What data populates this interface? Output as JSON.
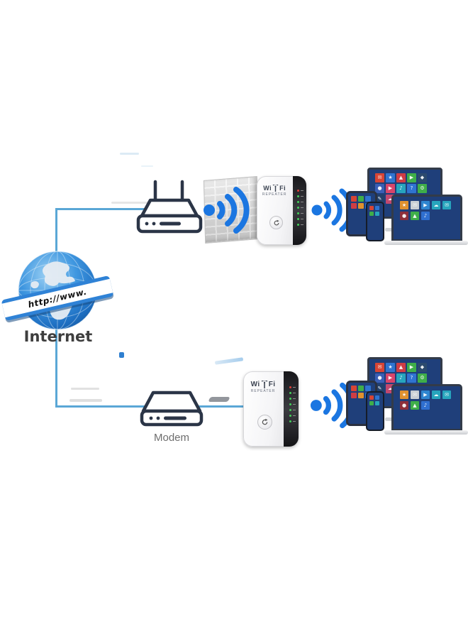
{
  "diagram": {
    "title_visible": false,
    "internet": {
      "label": "Internet",
      "banner": "http://www."
    },
    "modem": {
      "label": "Modem"
    },
    "repeater": {
      "brand_left": "Wi",
      "brand_right": "Fi",
      "sublabel": "REPEATER"
    },
    "colors": {
      "connector_line": "#5aa7d6",
      "wifi_blue": "#1b76e1",
      "device_outline": "#2b3547",
      "screen_blue": "#1f3f7a",
      "wall_gray": "#d8d8d8",
      "globe_blue": "#2f82d6"
    },
    "leds": [
      "#e04038",
      "#43d05a",
      "#43d05a",
      "#43d05a",
      "#43d05a",
      "#43d05a",
      "#43d05a"
    ],
    "monitor_tiles": [
      {
        "c": "#d64535",
        "g": "✉"
      },
      {
        "c": "#2f74d0",
        "g": "★"
      },
      {
        "c": "#cf3d44",
        "g": "▲"
      },
      {
        "c": "#3fae49",
        "g": "▶"
      },
      {
        "c": "#2c4a6e",
        "g": "◆"
      },
      {
        "c": "#3a5fb5",
        "g": "●"
      },
      {
        "c": "#d8456a",
        "g": "▶"
      },
      {
        "c": "#27a5bd",
        "g": "♪"
      },
      {
        "c": "#2f74d0",
        "g": "?"
      },
      {
        "c": "#3fae49",
        "g": "⚙"
      },
      {
        "c": "#22406b",
        "g": "✎"
      },
      {
        "c": "#c2486e",
        "g": "☁"
      }
    ],
    "laptop_tiles": [
      {
        "c": "#e0912e",
        "g": "★"
      },
      {
        "c": "#c9ced4",
        "g": "✉"
      },
      {
        "c": "#2f86d0",
        "g": "▶"
      },
      {
        "c": "#27a5bd",
        "g": "☁"
      },
      {
        "c": "#27a5bd",
        "g": "✉"
      },
      {
        "c": "#8f2f3a",
        "g": "●"
      },
      {
        "c": "#3fae49",
        "g": "▲"
      },
      {
        "c": "#2f6fd0",
        "g": "♪"
      }
    ],
    "tablet_tiles": [
      {
        "c": "#d64535",
        "g": ""
      },
      {
        "c": "#3fae49",
        "g": ""
      },
      {
        "c": "#2f74d0",
        "g": ""
      },
      {
        "c": "#cf3d44",
        "g": ""
      },
      {
        "c": "#e0912e",
        "g": ""
      },
      {
        "c": "#2f74d0",
        "g": ""
      }
    ],
    "phone_tiles": [
      {
        "c": "#d64535",
        "g": ""
      },
      {
        "c": "#2f74d0",
        "g": ""
      },
      {
        "c": "#3fae49",
        "g": ""
      },
      {
        "c": "#27a5bd",
        "g": ""
      }
    ]
  }
}
